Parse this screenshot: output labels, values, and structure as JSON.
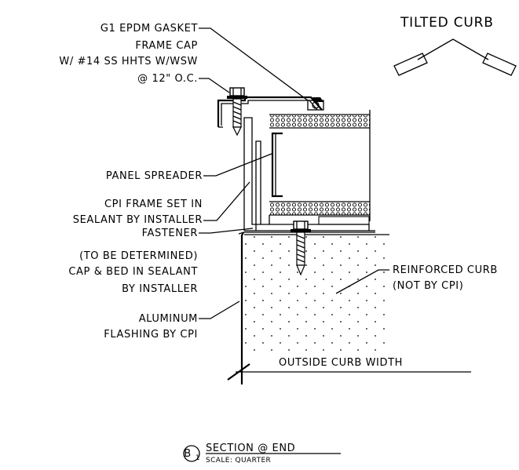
{
  "labels": {
    "gasket": "G1 EPDM GASKET",
    "frame_cap": "FRAME CAP",
    "hhts": "W/ #14 SS HHTS W/WSW",
    "oc": "@ 12\" O.C.",
    "tilted_curb": "TILTED CURB",
    "panel_spreader": "PANEL SPREADER",
    "cpi_frame_1": "CPI FRAME SET IN",
    "cpi_frame_2": "SEALANT BY INSTALLER",
    "fastener": "FASTENER",
    "tbd": "(TO BE DETERMINED)",
    "cap_bed": "CAP & BED IN SEALANT",
    "by_installer": "BY INSTALLER",
    "reinforced_1": "REINFORCED CURB",
    "reinforced_2": "(NOT BY CPI)",
    "aluminum": "ALUMINUM",
    "flashing": "FLASHING BY CPI",
    "outside_width": "OUTSIDE CURB WIDTH"
  },
  "title_block": {
    "bubble_letter": "B",
    "bubble_number": "1",
    "title": "SECTION @ END",
    "scale": "SCALE: QUARTER"
  }
}
